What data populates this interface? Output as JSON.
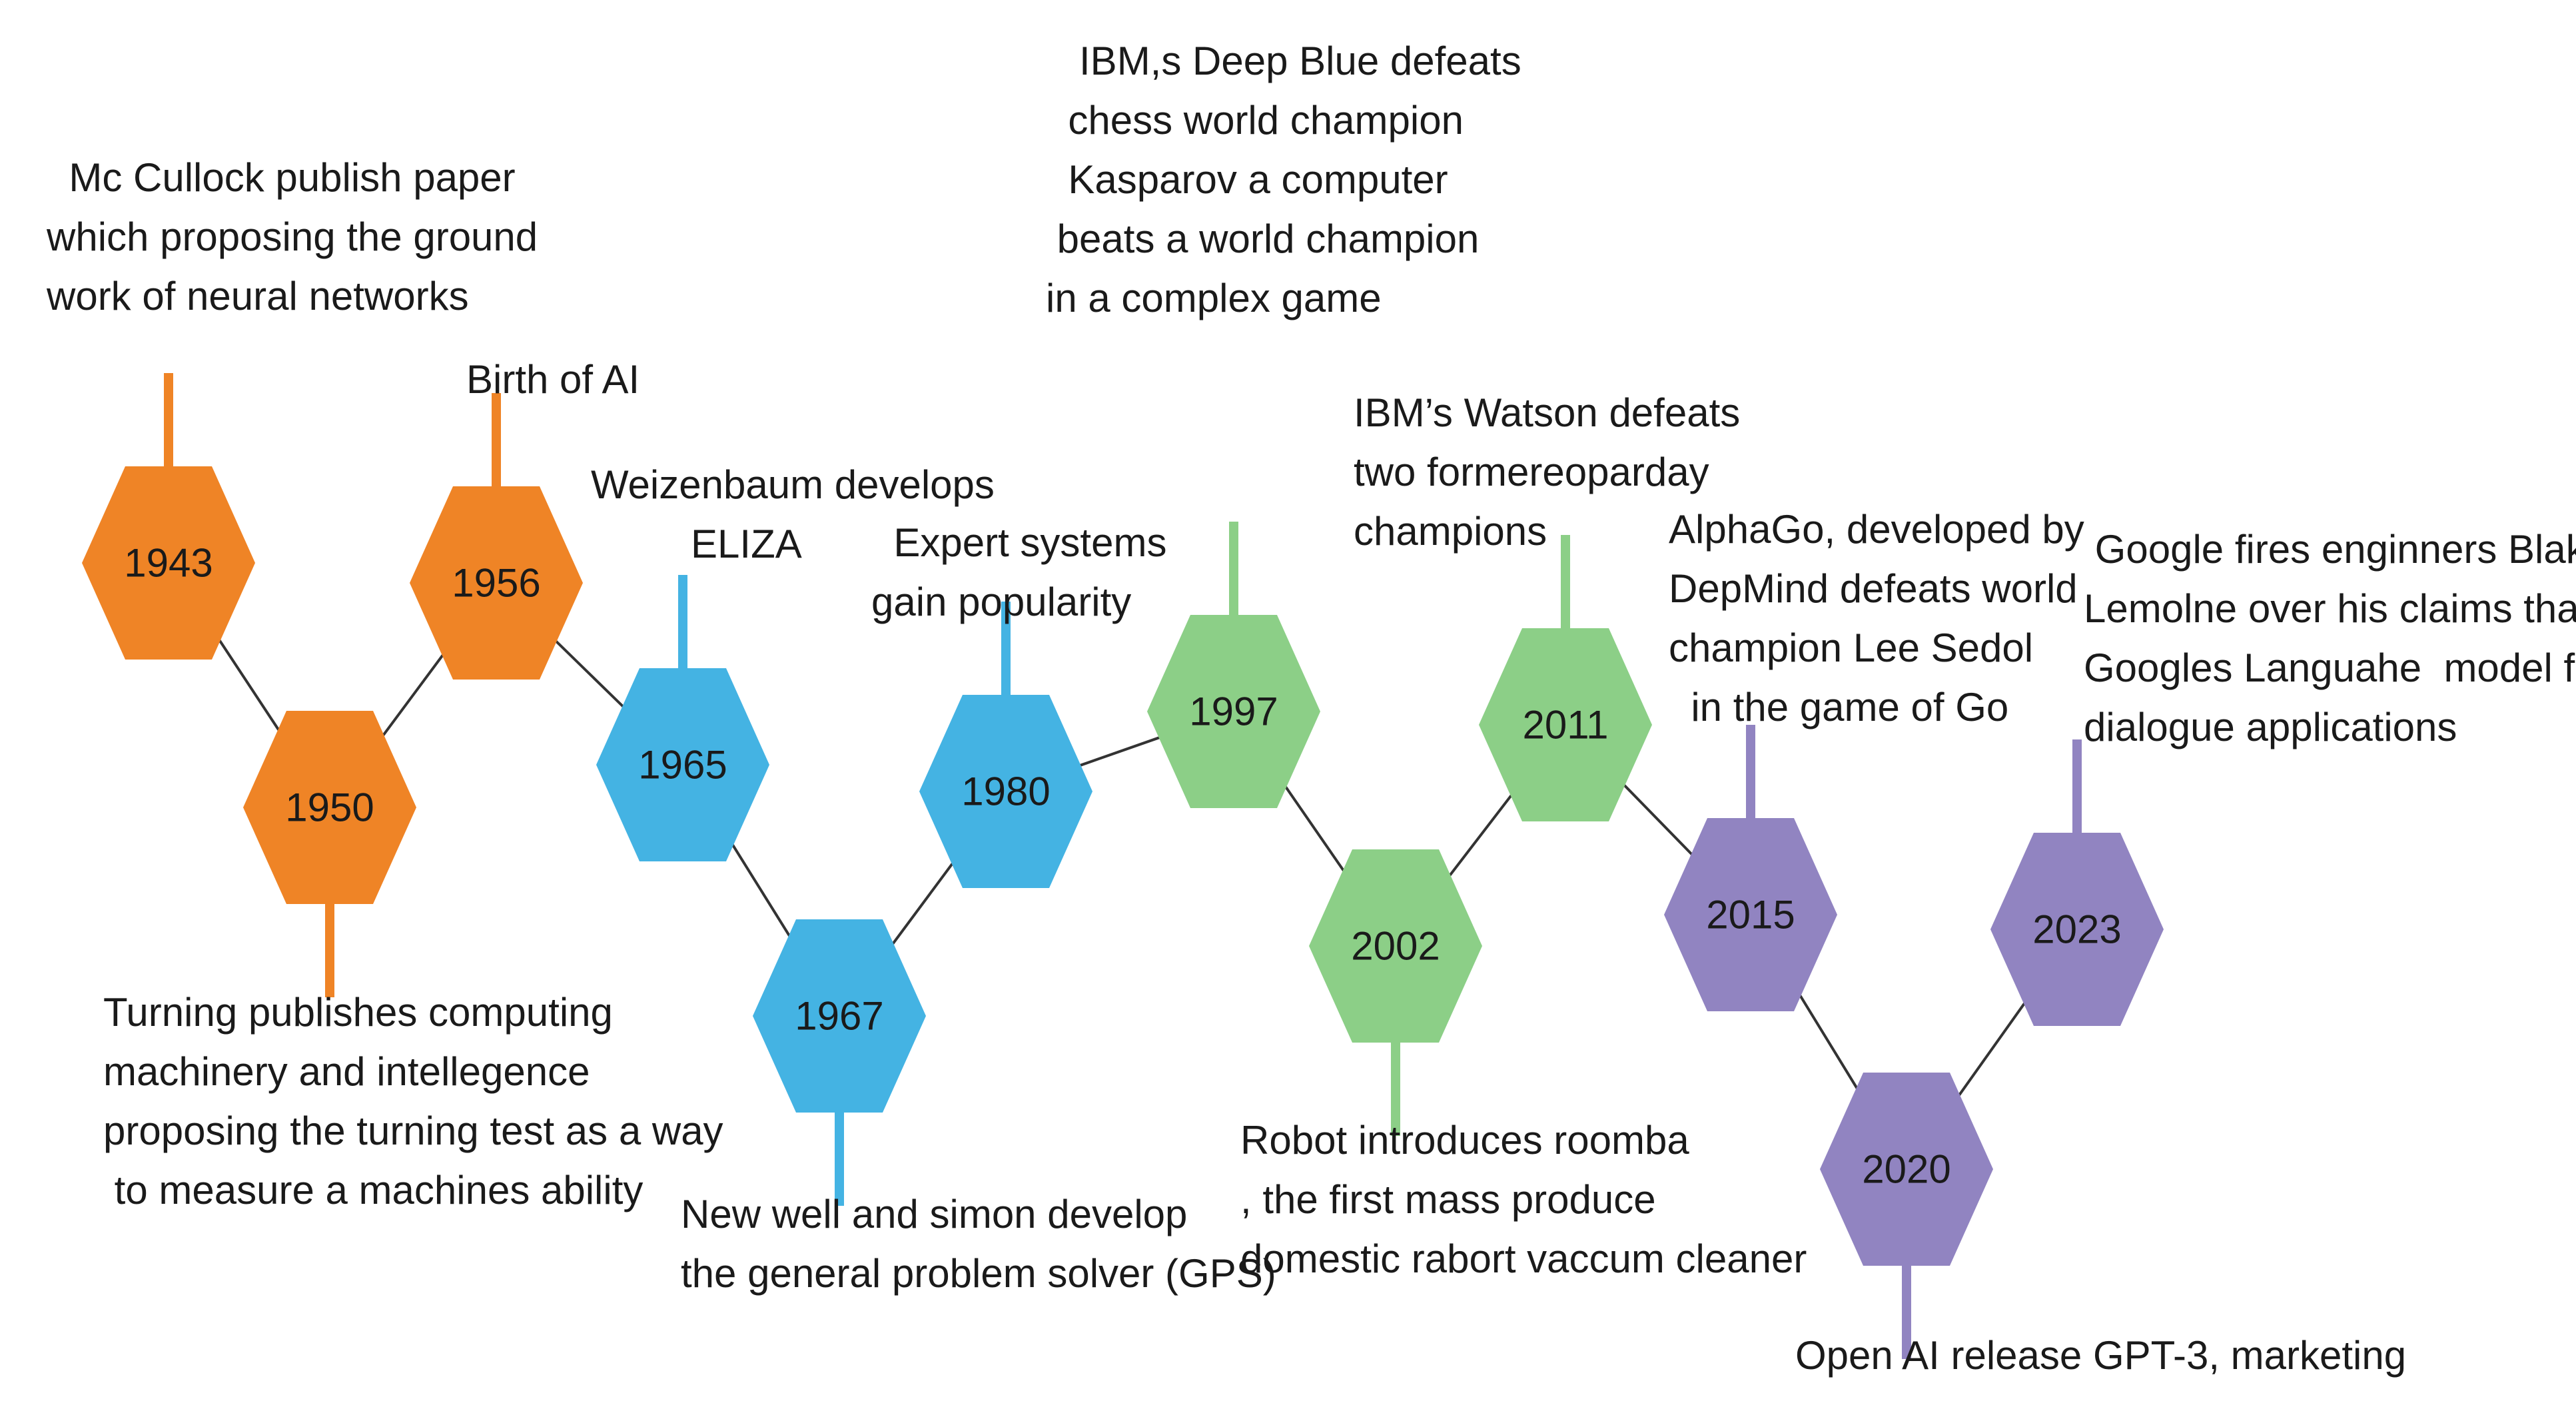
{
  "colors": {
    "orange": "#ef8426",
    "blue": "#44b3e3",
    "green": "#8ccf87",
    "purple": "#9184c1",
    "connector": "#333333"
  },
  "events": [
    {
      "year": "1943",
      "color": "orange",
      "text": "  Mc Cullock publish paper\nwhich proposing the ground\nwork of neural networks"
    },
    {
      "year": "1950",
      "color": "orange",
      "text": "Turning publishes computing\nmachinery and intellegence\nproposing the turning test as a way\n to measure a machines ability"
    },
    {
      "year": "1956",
      "color": "orange",
      "text": "Birth of AI"
    },
    {
      "year": "1965",
      "color": "blue",
      "text": "Weizenbaum develops\n         ELIZA"
    },
    {
      "year": "1967",
      "color": "blue",
      "text": "New well and simon develop\nthe general problem solver (GPS)"
    },
    {
      "year": "1980",
      "color": "blue",
      "text": "  Expert systems\ngain popularity"
    },
    {
      "year": "1997",
      "color": "green",
      "text": "   IBM,s Deep Blue defeats\n  chess world champion\n  Kasparov a computer\n beats a world champion\nin a complex game"
    },
    {
      "year": "2002",
      "color": "green",
      "text": "Robot introduces roomba\n, the first mass produce\ndomestic rabort vaccum cleaner"
    },
    {
      "year": "2011",
      "color": "green",
      "text": "IBM’s Watson defeats\ntwo formereoparday\nchampions"
    },
    {
      "year": "2015",
      "color": "purple",
      "text": "AlphaGo, developed by\nDepMind defeats world\nchampion Lee Sedol\n  in the game of Go"
    },
    {
      "year": "2020",
      "color": "purple",
      "text": "Open AI release GPT-3, marketing"
    },
    {
      "year": "2023",
      "color": "purple",
      "text": " Google fires enginners Blake\nLemolne over his claims that\nGoogles Languahe  model for\ndialogue applications"
    }
  ]
}
